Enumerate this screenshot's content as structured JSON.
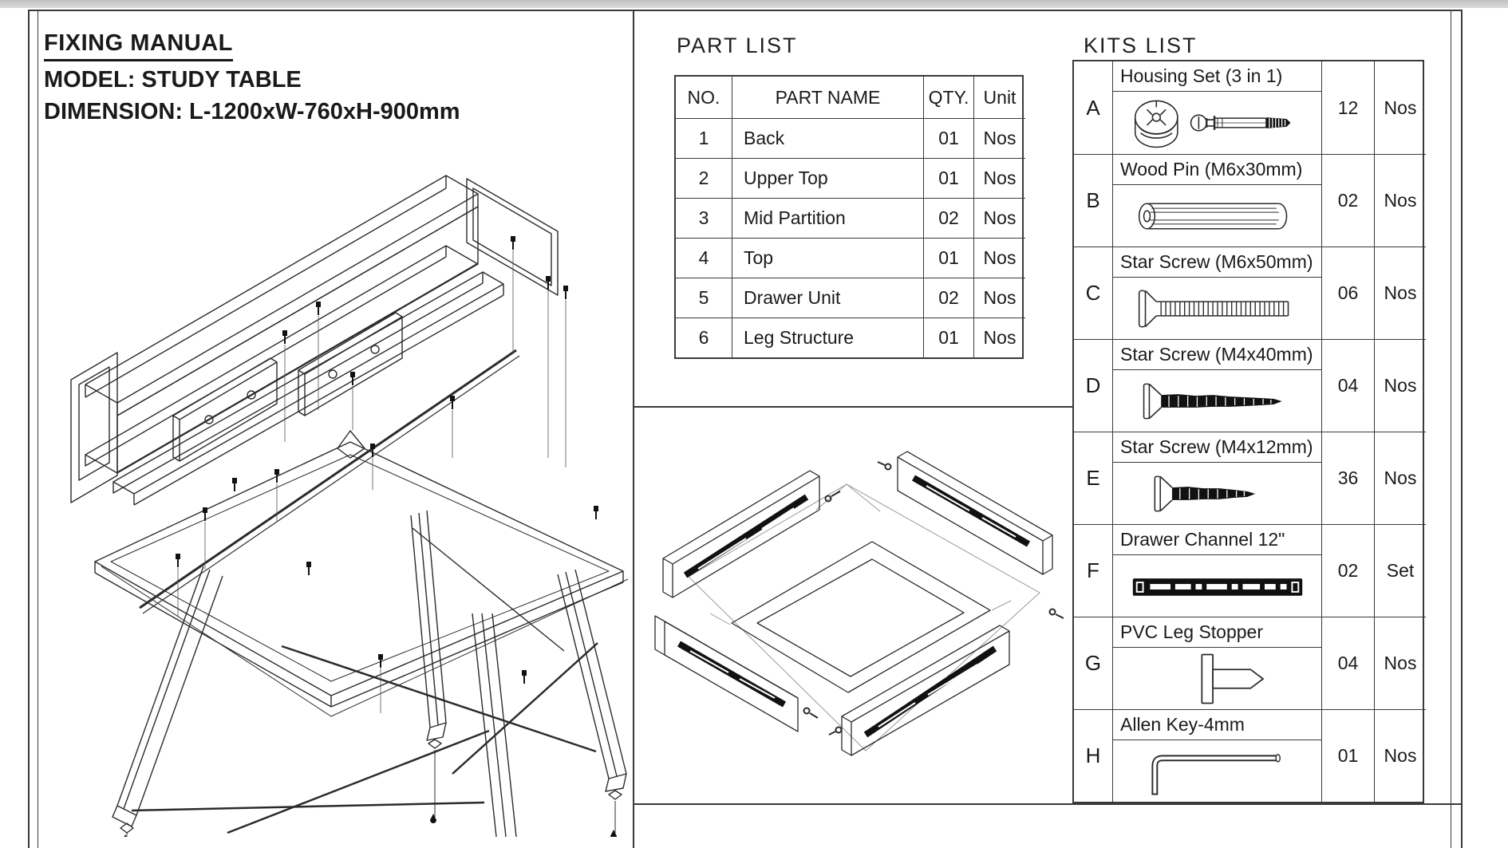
{
  "page": {
    "title": "FIXING MANUAL",
    "model_line": "MODEL: STUDY TABLE",
    "dimension_line": "DIMENSION: L-1200xW-760xH-900mm"
  },
  "part_list": {
    "title": "PART LIST",
    "headers": {
      "no": "NO.",
      "name": "PART NAME",
      "qty": "QTY.",
      "unit": "Unit"
    },
    "rows": [
      {
        "no": "1",
        "name": "Back",
        "qty": "01",
        "unit": "Nos"
      },
      {
        "no": "2",
        "name": "Upper Top",
        "qty": "01",
        "unit": "Nos"
      },
      {
        "no": "3",
        "name": "Mid Partition",
        "qty": "02",
        "unit": "Nos"
      },
      {
        "no": "4",
        "name": "Top",
        "qty": "01",
        "unit": "Nos"
      },
      {
        "no": "5",
        "name": "Drawer Unit",
        "qty": "02",
        "unit": "Nos"
      },
      {
        "no": "6",
        "name": "Leg Structure",
        "qty": "01",
        "unit": "Nos"
      }
    ]
  },
  "kits_list": {
    "title": "KITS LIST",
    "rows": [
      {
        "code": "A",
        "name": "Housing Set (3 in 1)",
        "qty": "12",
        "unit": "Nos",
        "icon": "cam-lock-and-bolt-icon"
      },
      {
        "code": "B",
        "name": "Wood Pin (M6x30mm)",
        "qty": "02",
        "unit": "Nos",
        "icon": "wood-dowel-icon"
      },
      {
        "code": "C",
        "name": "Star Screw (M6x50mm)",
        "qty": "06",
        "unit": "Nos",
        "icon": "machine-screw-icon"
      },
      {
        "code": "D",
        "name": "Star Screw (M4x40mm)",
        "qty": "04",
        "unit": "Nos",
        "icon": "wood-screw-long-icon"
      },
      {
        "code": "E",
        "name": "Star Screw (M4x12mm)",
        "qty": "36",
        "unit": "Nos",
        "icon": "wood-screw-short-icon"
      },
      {
        "code": "F",
        "name": "Drawer Channel 12\"",
        "qty": "02",
        "unit": "Set",
        "icon": "drawer-channel-icon"
      },
      {
        "code": "G",
        "name": "PVC Leg Stopper",
        "qty": "04",
        "unit": "Nos",
        "icon": "leg-stopper-icon"
      },
      {
        "code": "H",
        "name": "Allen Key-4mm",
        "qty": "01",
        "unit": "Nos",
        "icon": "allen-key-icon"
      }
    ]
  },
  "drawings": {
    "main": "exploded-study-table-isometric",
    "drawer": "drawer-unit-exploded"
  },
  "colors": {
    "ink": "#2b2b2b",
    "table_line": "#3a3a3a",
    "rail_black": "#111111"
  }
}
